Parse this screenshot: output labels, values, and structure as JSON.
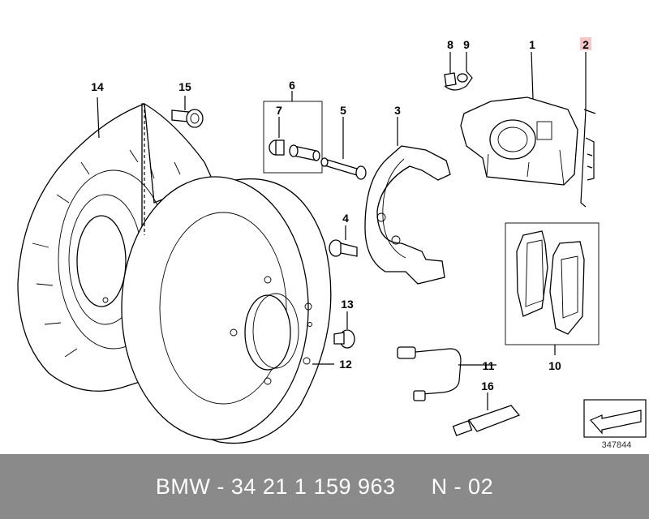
{
  "diagram": {
    "callouts": [
      {
        "id": "1",
        "highlighted": false
      },
      {
        "id": "2",
        "highlighted": true
      },
      {
        "id": "3",
        "highlighted": false
      },
      {
        "id": "4",
        "highlighted": false
      },
      {
        "id": "5",
        "highlighted": false
      },
      {
        "id": "6",
        "highlighted": false
      },
      {
        "id": "7",
        "highlighted": false
      },
      {
        "id": "8",
        "highlighted": false
      },
      {
        "id": "9",
        "highlighted": false
      },
      {
        "id": "10",
        "highlighted": false
      },
      {
        "id": "11",
        "highlighted": false
      },
      {
        "id": "12",
        "highlighted": false
      },
      {
        "id": "13",
        "highlighted": false
      },
      {
        "id": "14",
        "highlighted": false
      },
      {
        "id": "15",
        "highlighted": false
      },
      {
        "id": "16",
        "highlighted": false
      }
    ],
    "reference_number": "347844",
    "highlight_color": "#cc0000"
  },
  "footer": {
    "part_text": "BMW - 34 21 1 159 963",
    "page_text": "N - 02",
    "background_color": "#8a8a8a"
  }
}
